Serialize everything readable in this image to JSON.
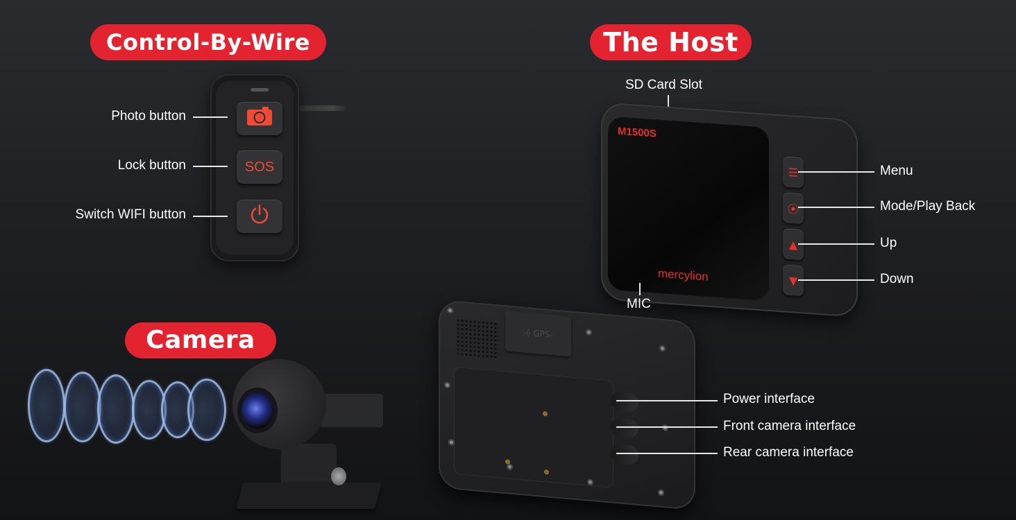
{
  "sections": {
    "control": {
      "title": "Control-By-Wire",
      "buttons": [
        {
          "label": "Photo button",
          "icon": "camera-icon"
        },
        {
          "label": "Lock button",
          "icon_text": "SOS"
        },
        {
          "label": "Switch WIFI button",
          "icon": "power-icon"
        }
      ]
    },
    "host": {
      "title": "The Host",
      "model": "M1500S",
      "brand": "mercylion",
      "callouts": {
        "sd_card": "SD Card Slot",
        "mic": "MIC",
        "menu": "Menu",
        "mode": "Mode/Play Back",
        "up": "Up",
        "down": "Down"
      },
      "back": {
        "gps_text": "-⟠ GPS-",
        "interfaces": [
          "Power interface",
          "Front camera interface",
          "Rear camera interface"
        ]
      }
    },
    "camera": {
      "title": "Camera"
    }
  },
  "colors": {
    "accent": "#e3232f",
    "icon_red": "#ee4a35",
    "background": "#1e1f22"
  }
}
